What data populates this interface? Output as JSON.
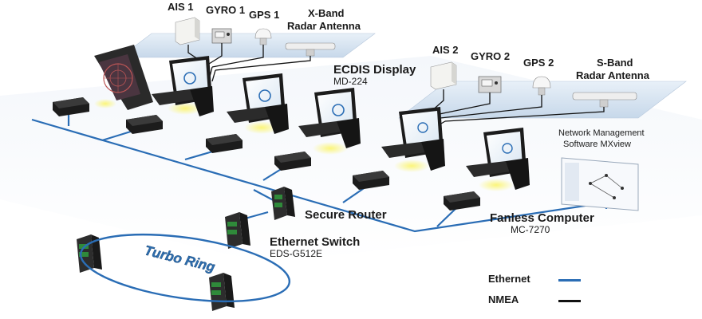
{
  "labels": {
    "ais1": "AIS 1",
    "gyro1": "GYRO 1",
    "gps1": "GPS 1",
    "xband": "X-Band",
    "xband2": "Radar Antenna",
    "ais2": "AIS 2",
    "gyro2": "GYRO 2",
    "gps2": "GPS 2",
    "sband": "S-Band",
    "sband2": "Radar Antenna",
    "ecdis": "ECDIS Display",
    "ecdis_model": "MD-224",
    "nms1": "Network Management",
    "nms2": "Software MXview",
    "router": "Secure Router",
    "fanless": "Fanless Computer",
    "fanless_model": "MC-7270",
    "switch": "Ethernet Switch",
    "switch_model": "EDS-G512E",
    "ring": "Turbo Ring"
  },
  "legend": [
    {
      "label": "Ethernet",
      "color": "#2a6db5"
    },
    {
      "label": "NMEA",
      "color": "#111111"
    }
  ],
  "colors": {
    "ethernet": "#2a6db5",
    "nmea": "#111111",
    "platform": "#dbe7f3",
    "console": "#1c1c1c",
    "screen": "#eef4fb",
    "glow": "#f2ec4a"
  }
}
